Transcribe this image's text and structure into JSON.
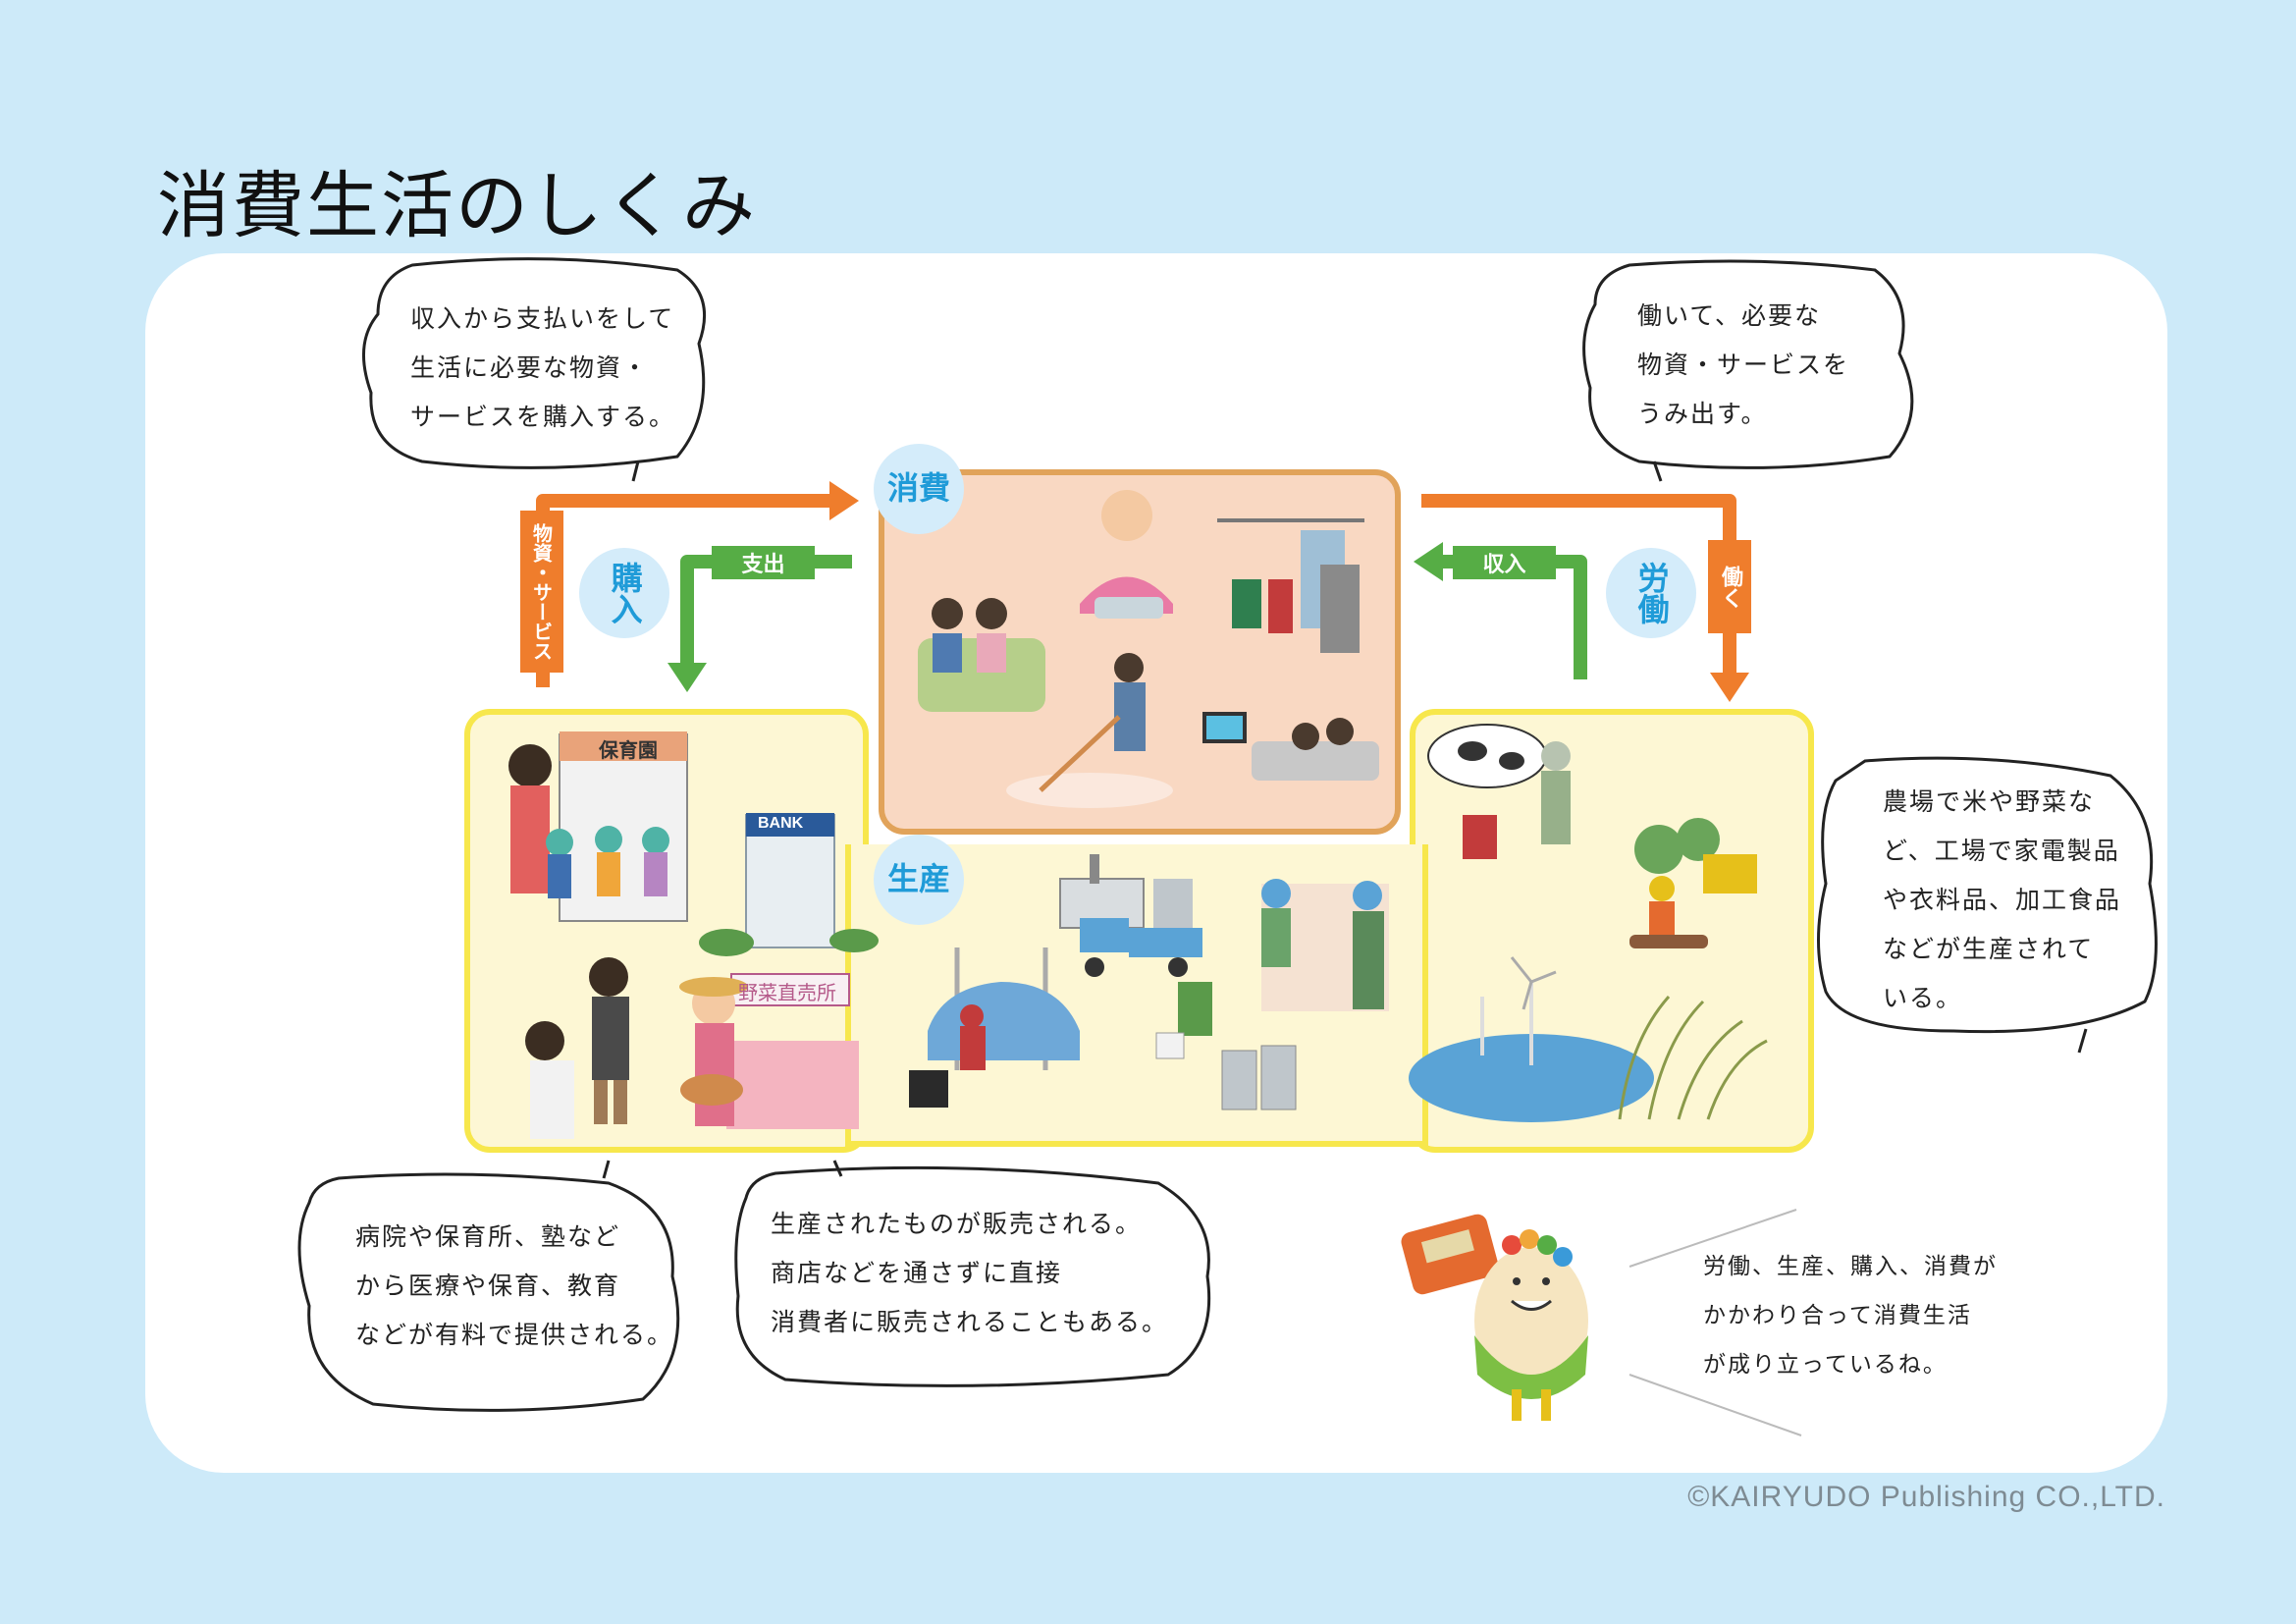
{
  "title": "消費生活のしくみ",
  "copyright": "©KAIRYUDO  Publishing CO.,LTD.",
  "labels": {
    "consumption": "消費",
    "purchase": "購入",
    "labor": "労働",
    "production": "生産"
  },
  "arrows": {
    "goods_services": "物資・サービス",
    "spending": "支出",
    "income": "収入",
    "work": "働く"
  },
  "bubbles": {
    "purchase_desc": [
      "収入から支払いをして",
      "生活に必要な物資・",
      "サービスを購入する。"
    ],
    "labor_desc": [
      "働いて、必要な",
      "物資・サービスを",
      "うみ出す。"
    ],
    "production_desc": [
      "農場で米や野菜な",
      "ど、工場で家電製品",
      "や衣料品、加工食品",
      "などが生産されて",
      "いる。"
    ],
    "services_desc": [
      "病院や保育所、塾など",
      "から医療や保育、教育",
      "などが有料で提供される。"
    ],
    "direct_sale_desc": [
      "生産されたものが販売される。",
      "商店などを通さずに直接",
      "消費者に販売されることもある。"
    ],
    "mascot_desc": [
      "労働、生産、購入、消費が",
      "かかわり合って消費生活",
      "が成り立っているね。"
    ]
  },
  "signs": {
    "nursery": "保育園",
    "bank": "BANK",
    "vegetable_stand": "野菜直売所"
  },
  "colors": {
    "background": "#cdeaf9",
    "orange_arrow": "#ef7d2c",
    "green_arrow": "#56ad45",
    "badge_text": "#1f9bd8",
    "consumption_fill": "#f9d8c2",
    "production_fill": "#fdf7d4",
    "production_border": "#f7e74c"
  }
}
